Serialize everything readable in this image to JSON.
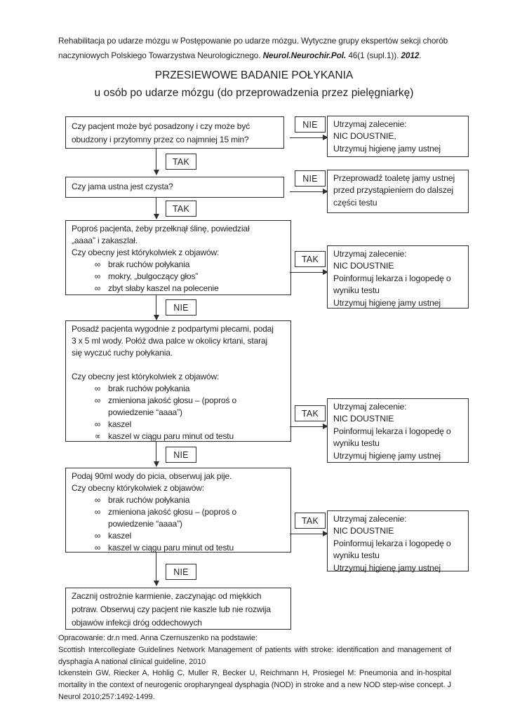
{
  "header": {
    "prefix": "Rehabilitacja po udarze mózgu w Postępowanie po udarze mózgu. Wytyczne grupy ekspertów sekcji chorób naczyniowych Polskiego Towarzystwa Neurologicznego. ",
    "journal": "Neurol.Neurochir.Pol.",
    "middle": " 46(1 (supl.1)). ",
    "year": "2012",
    "suffix": "."
  },
  "title": {
    "line1": "PRZESIEWOWE BADANIE POŁYKANIA",
    "line2": "u osób po udarze mózgu (do przeprowadzenia przez pielęgniarkę)"
  },
  "flow": {
    "q1": {
      "text": "Czy pacjent może być posadzony i czy może być\nobudzony i przytomny przez co najmniej 15 min?"
    },
    "c1": {
      "label": "TAK"
    },
    "q2": {
      "text": "Czy jama ustna jest czysta?"
    },
    "c2": {
      "label": "TAK"
    },
    "q3": {
      "intro": "Poproś pacjenta, żeby przełknął ślinę, powiedział\n„aaaa” i zakaszlał.\nCzy obecny jest którykolwiek z objawów:",
      "bullets": [
        {
          "marker": "∞",
          "text": "brak ruchów połykania"
        },
        {
          "marker": "∞",
          "text": "mokry, „bulgoczący głos”"
        },
        {
          "marker": "∞",
          "text": "zbyt słaby kaszel na polecenie"
        }
      ]
    },
    "c3": {
      "label": "NIE"
    },
    "q4": {
      "intro": "Posadź pacjenta wygodnie z podpartymi plecami, podaj\n3 x 5 ml wody. Połóż dwa palce w okolicy krtani, staraj\nsię wyczuć ruchy połykania.\n\nCzy obecny jest którykolwiek z objawów:",
      "bullets": [
        {
          "marker": "∞",
          "text": "brak ruchów połykania"
        },
        {
          "marker": "∞",
          "text": "zmieniona jakość głosu – (poproś o\npowiedzenie “aaaa”)"
        },
        {
          "marker": "∞",
          "text": "kaszel"
        },
        {
          "marker": "∝",
          "text": "kaszel w ciągu paru minut od testu"
        }
      ]
    },
    "c4": {
      "label": "NIE"
    },
    "q5": {
      "intro": "Podaj 90ml wody do picia, obserwuj jak pije.\nCzy obecny którykolwiek z objawów:",
      "bullets": [
        {
          "marker": "∞",
          "text": "brak ruchów połykania"
        },
        {
          "marker": "∞",
          "text": "zmieniona jakość głosu – (poproś o\npowiedzenie “aaaa”)"
        },
        {
          "marker": "∞",
          "text": "kaszel"
        },
        {
          "marker": "∞",
          "text": "kaszel w ciągu paru minut od testu"
        }
      ]
    },
    "c5": {
      "label": "NIE"
    },
    "q6": {
      "text": "Zacznij ostrożnie karmienie, zaczynając od miękkich\npotraw. Obserwuj czy pacjent nie kaszle lub nie rozwija\nobjawów infekcji dróg oddechowych"
    },
    "side": {
      "s1": {
        "label": "NIE",
        "text": "Utrzymaj zalecenie:\n NIC DOUSTNIE,\nUtrzymuj higienę jamy ustnej"
      },
      "s2": {
        "label": "NIE",
        "text": "Przeprowadź toaletę jamy ustnej\nprzed przystąpieniem do dalszej\nczęści testu"
      },
      "s3": {
        "label": "TAK",
        "text": "Utrzymaj zalecenie:\n NIC DOUSTNIE\nPoinformuj lekarza i logopedę o\nwyniku testu\nUtrzymuj higienę jamy ustnej"
      },
      "s4": {
        "label": "TAK",
        "text": "Utrzymaj zalecenie:\n NIC DOUSTNIE\nPoinformuj lekarza i logopedę o\nwyniku testu\nUtrzymuj higienę jamy ustnej"
      },
      "s5": {
        "label": "TAK",
        "text": "Utrzymaj zalecenie:\n NIC DOUSTNIE\nPoinformuj lekarza i logopedę o\nwyniku testu\nUtrzymuj higienę jamy ustnej"
      }
    }
  },
  "footer": {
    "line1": "Opracowanie: dr.n med. Anna Czernuszenko na podstawie:",
    "ref1": "Scottish Intercollegiate Guidelines Network Management of patients with stroke: identification and management of dysphagia A national clinical guideline, 2010",
    "ref2": "Ickenstein GW, Riecker A, Hohlig C, Muller R, Becker U, Reichmann H, Prosiegel M: Pneumonia and in-hospital mortality in the context of neurogenic oropharyngeal dysphagia (NOD) in stroke and a new NOD step-wise concept. J Neurol 2010;257:1492-1499."
  },
  "colors": {
    "ink": "#1f1f1f",
    "border": "#2e2e2e",
    "paper": "#ffffff"
  }
}
